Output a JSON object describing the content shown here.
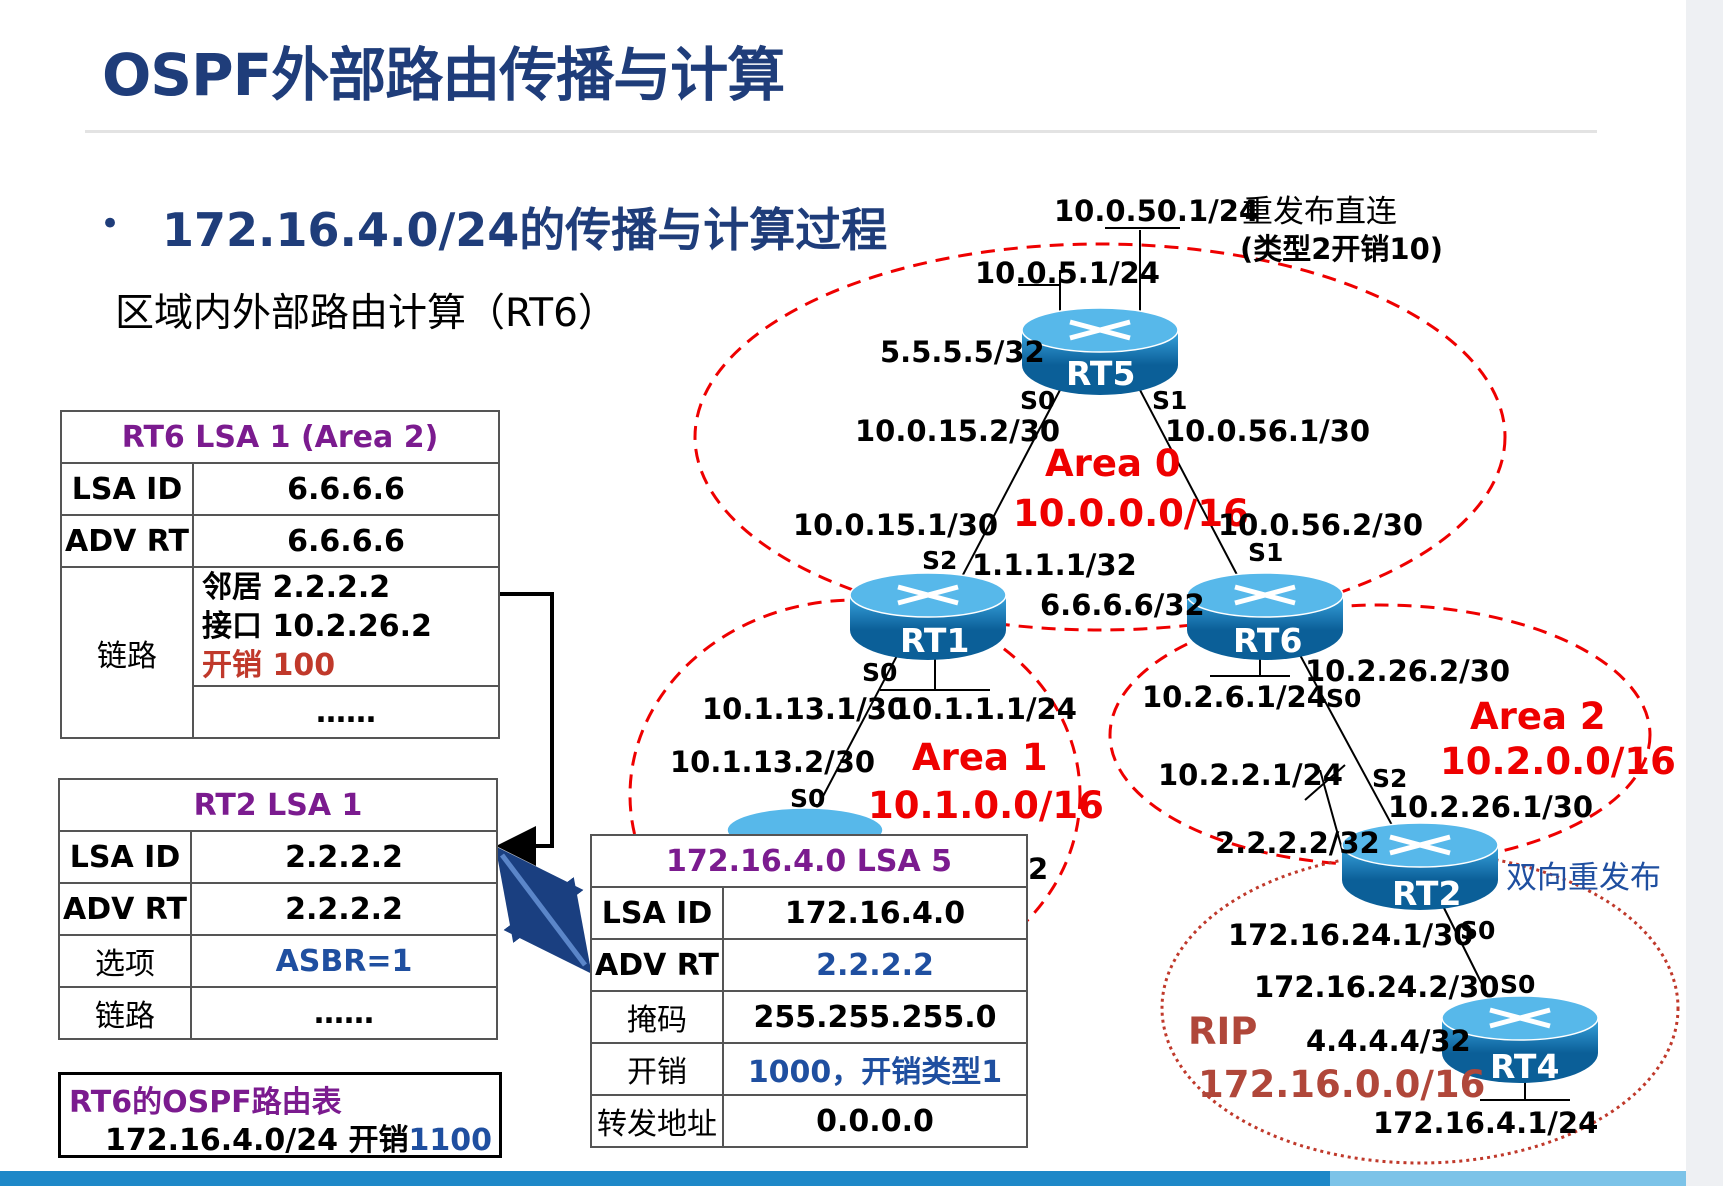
{
  "slide": {
    "title": "OSPF外部路由传播与计算",
    "bullet": "•",
    "heading": "172.16.4.0/24的传播与计算过程",
    "subtitle": "区域内外部路由计算（RT6）"
  },
  "rt6_lsa1": {
    "header": "RT6 LSA 1 (Area 2)",
    "lsa_id_label": "LSA ID",
    "lsa_id": "6.6.6.6",
    "adv_rt_label": "ADV RT",
    "adv_rt": "6.6.6.6",
    "link_label": "链路",
    "neighbor": "邻居  2.2.2.2",
    "interface": "接口 10.2.26.2",
    "cost": "开销 100",
    "more": "……"
  },
  "rt2_lsa1": {
    "header": "RT2 LSA 1",
    "lsa_id_label": "LSA ID",
    "lsa_id": "2.2.2.2",
    "adv_rt_label": "ADV RT",
    "adv_rt": "2.2.2.2",
    "option_label": "选项",
    "option": "ASBR=1",
    "link_label": "链路",
    "link": "……"
  },
  "lsa5": {
    "header": "172.16.4.0  LSA 5",
    "lsa_id_label": "LSA ID",
    "lsa_id": "172.16.4.0",
    "adv_rt_label": "ADV RT",
    "adv_rt": "2.2.2.2",
    "mask_label": "掩码",
    "mask": "255.255.255.0",
    "cost_label": "开销",
    "cost": "1000，开销类型1",
    "fwd_label": "转发地址",
    "fwd": "0.0.0.0"
  },
  "route_table": {
    "title": "RT6的OSPF路由表",
    "prefix": "172.16.4.0/24   开销",
    "cost": "1100"
  },
  "routers": {
    "rt5": "RT5",
    "rt1": "RT1",
    "rt6": "RT6",
    "rt2": "RT2",
    "rt4": "RT4"
  },
  "areas": {
    "area0": "Area 0",
    "area0_net": "10.0.0.0/16",
    "area1": "Area 1",
    "area1_net": "10.1.0.0/16",
    "area2": "Area 2",
    "area2_net": "10.2.0.0/16",
    "rip": "RIP",
    "rip_net": "172.16.0.0/16"
  },
  "labels": {
    "l_10_0_50_1": "10.0.50.1/24",
    "redist_direct": "重发布直连",
    "type2_cost10": "(类型2开销10)",
    "l_10_0_5_1": "10.0.5.1/24",
    "l_5_5_5_5": "5.5.5.5/32",
    "rt5_s0": "S0",
    "rt5_s1": "S1",
    "l_10_0_15_2": "10.0.15.2/30",
    "l_10_0_56_1": "10.0.56.1/30",
    "l_10_0_15_1": "10.0.15.1/30",
    "l_10_0_56_2": "10.0.56.2/30",
    "rt1_s2": "S2",
    "l_1_1_1_1": "1.1.1.1/32",
    "rt6_s1": "S1",
    "l_6_6_6_6": "6.6.6.6/32",
    "rt1_s0": "S0",
    "l_10_2_26_2": "10.2.26.2/30",
    "l_10_2_6_1": "10.2.6.1/24",
    "rt6_s0": "S0",
    "l_10_1_13_1": "10.1.13.1/30",
    "l_10_1_1_1": "10.1.1.1/24",
    "l_10_1_13_2": "10.1.13.2/30",
    "rt3_s0": "S0",
    "l_10_2_2_1": "10.2.2.1/24",
    "rt2_s2": "S2",
    "l_10_2_26_1": "10.2.26.1/30",
    "l_2_2_2_2": "2.2.2.2/32",
    "partial_2": "2",
    "bidir_redist": "双向重发布",
    "l_172_16_24_1": "172.16.24.1/30",
    "rt2_s0": "S0",
    "l_172_16_24_2": "172.16.24.2/30",
    "rt4_s0": "S0",
    "l_4_4_4_4": "4.4.4.4/32",
    "l_172_16_4_1": "172.16.4.1/24"
  }
}
